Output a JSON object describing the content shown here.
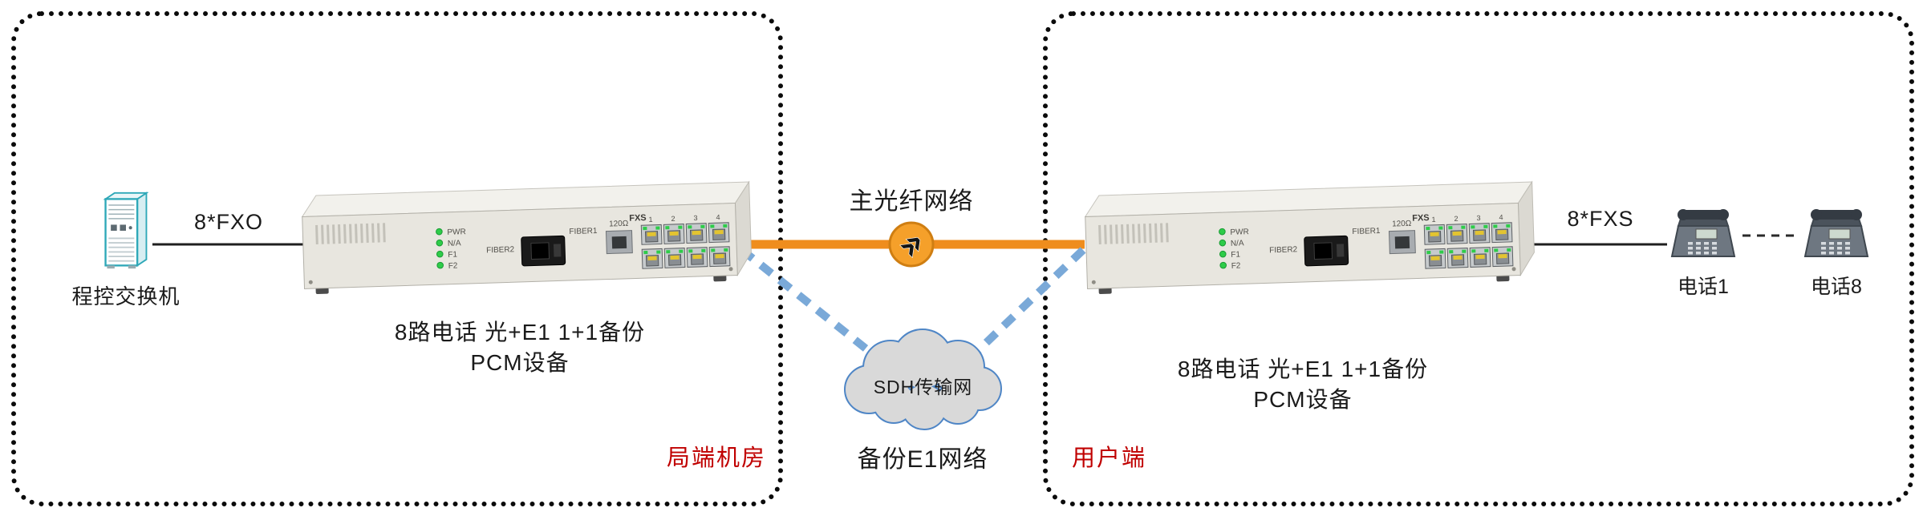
{
  "diagram": {
    "left_zone": {
      "zone_label": "局端机房",
      "switch_label": "程控交换机",
      "link_label": "8*FXO",
      "device_caption_line1": "8路电话 光+E1 1+1备份",
      "device_caption_line2": "PCM设备"
    },
    "middle": {
      "main_fiber_label": "主光纤网络",
      "cloud_label": "SDH传输网",
      "backup_link_label": "备份E1网络"
    },
    "right_zone": {
      "zone_label": "用户端",
      "link_label": "8*FXS",
      "device_caption_line1": "8路电话 光+E1 1+1备份",
      "device_caption_line2": "PCM设备",
      "phone1_label": "电话1",
      "phone8_label": "电话8"
    },
    "device_panel": {
      "led_labels": [
        "PWR",
        "N/A",
        "F1",
        "F2"
      ],
      "fiber2_label": "FIBER2",
      "fiber1_label": "FIBER1",
      "impedance_label": "120Ω",
      "port_group_label": "FXS",
      "port_numbers": [
        "1",
        "2",
        "3",
        "4"
      ]
    },
    "colors": {
      "zone_label_red": "#c00000",
      "main_fiber_orange": "#ef8d1d",
      "backup_link_blue": "#7aa9d8",
      "cloud_border_blue": "#4f86c6",
      "switch_outline_teal": "#2ea8b8",
      "led_green": "#2ecc49"
    }
  }
}
